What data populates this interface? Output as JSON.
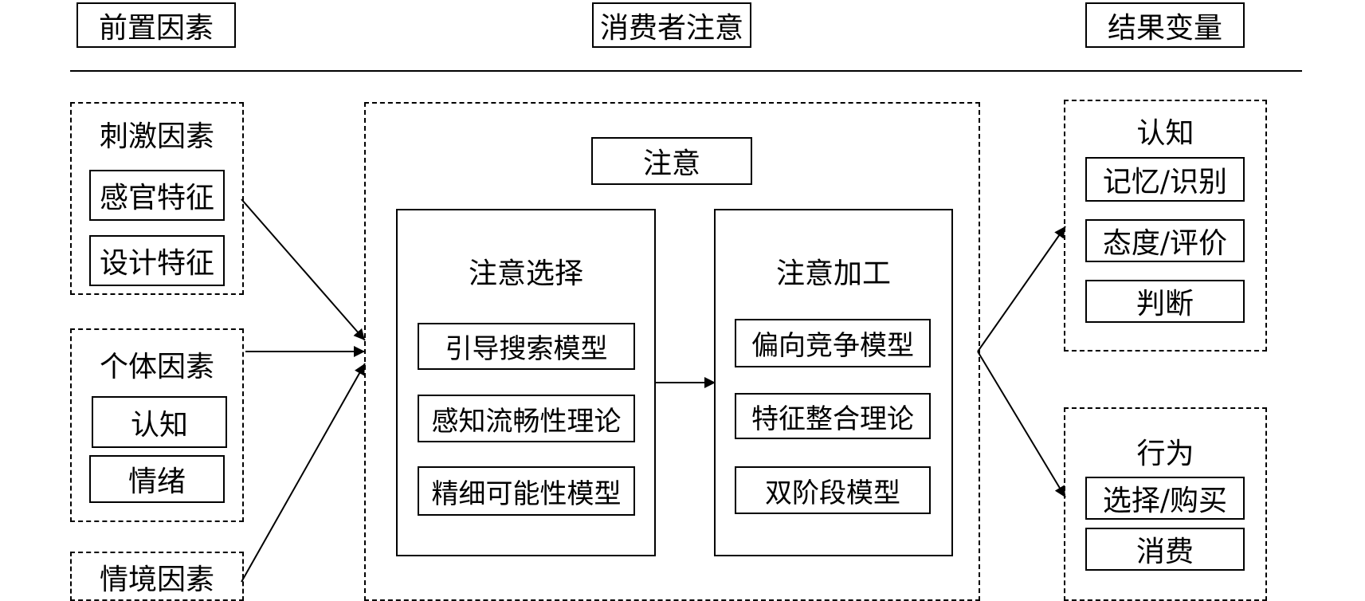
{
  "headers": {
    "antecedents": "前置因素",
    "consumer_attention": "消费者注意",
    "outcome_variables": "结果变量"
  },
  "left": {
    "stimulus": {
      "title": "刺激因素",
      "items": [
        "感官特征",
        "设计特征"
      ]
    },
    "individual": {
      "title": "个体因素",
      "items": [
        "认知",
        "情绪"
      ]
    },
    "situational": {
      "title": "情境因素"
    }
  },
  "center": {
    "attention": "注意",
    "selection": {
      "title": "注意选择",
      "items": [
        "引导搜索模型",
        "感知流畅性理论",
        "精细可能性模型"
      ]
    },
    "processing": {
      "title": "注意加工",
      "items": [
        "偏向竞争模型",
        "特征整合理论",
        "双阶段模型"
      ]
    }
  },
  "right": {
    "cognition": {
      "title": "认知",
      "items": [
        "记忆/识别",
        "态度/评价",
        "判断"
      ]
    },
    "behavior": {
      "title": "行为",
      "items": [
        "选择/购买",
        "消费"
      ]
    }
  }
}
